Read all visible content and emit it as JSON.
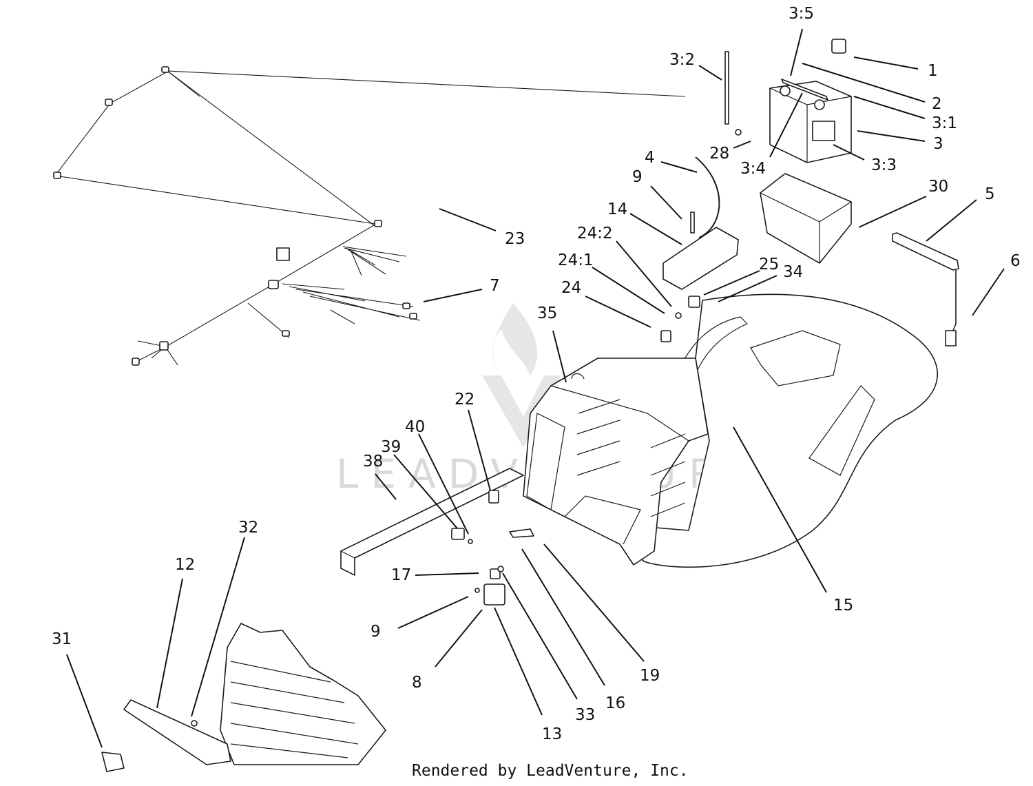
{
  "watermark": "LEADVENTURE",
  "credit": "Rendered by LeadVenture, Inc.",
  "callouts": {
    "c3_5": "3:5",
    "c1": "1",
    "c3_2": "3:2",
    "c2": "2",
    "c3_1": "3:1",
    "c3": "3",
    "c28": "28",
    "c3_4": "3:4",
    "c3_3": "3:3",
    "c4": "4",
    "c9a": "9",
    "c30": "30",
    "c5": "5",
    "c14": "14",
    "c24_2": "24:2",
    "c23": "23",
    "c25": "25",
    "c34": "34",
    "c24_1": "24:1",
    "c6": "6",
    "c7": "7",
    "c24": "24",
    "c35": "35",
    "c22": "22",
    "c40": "40",
    "c39": "39",
    "c38": "38",
    "c32": "32",
    "c12": "12",
    "c17": "17",
    "c15": "15",
    "c31": "31",
    "c9b": "9",
    "c19": "19",
    "c8": "8",
    "c16": "16",
    "c33": "33",
    "c13": "13"
  }
}
